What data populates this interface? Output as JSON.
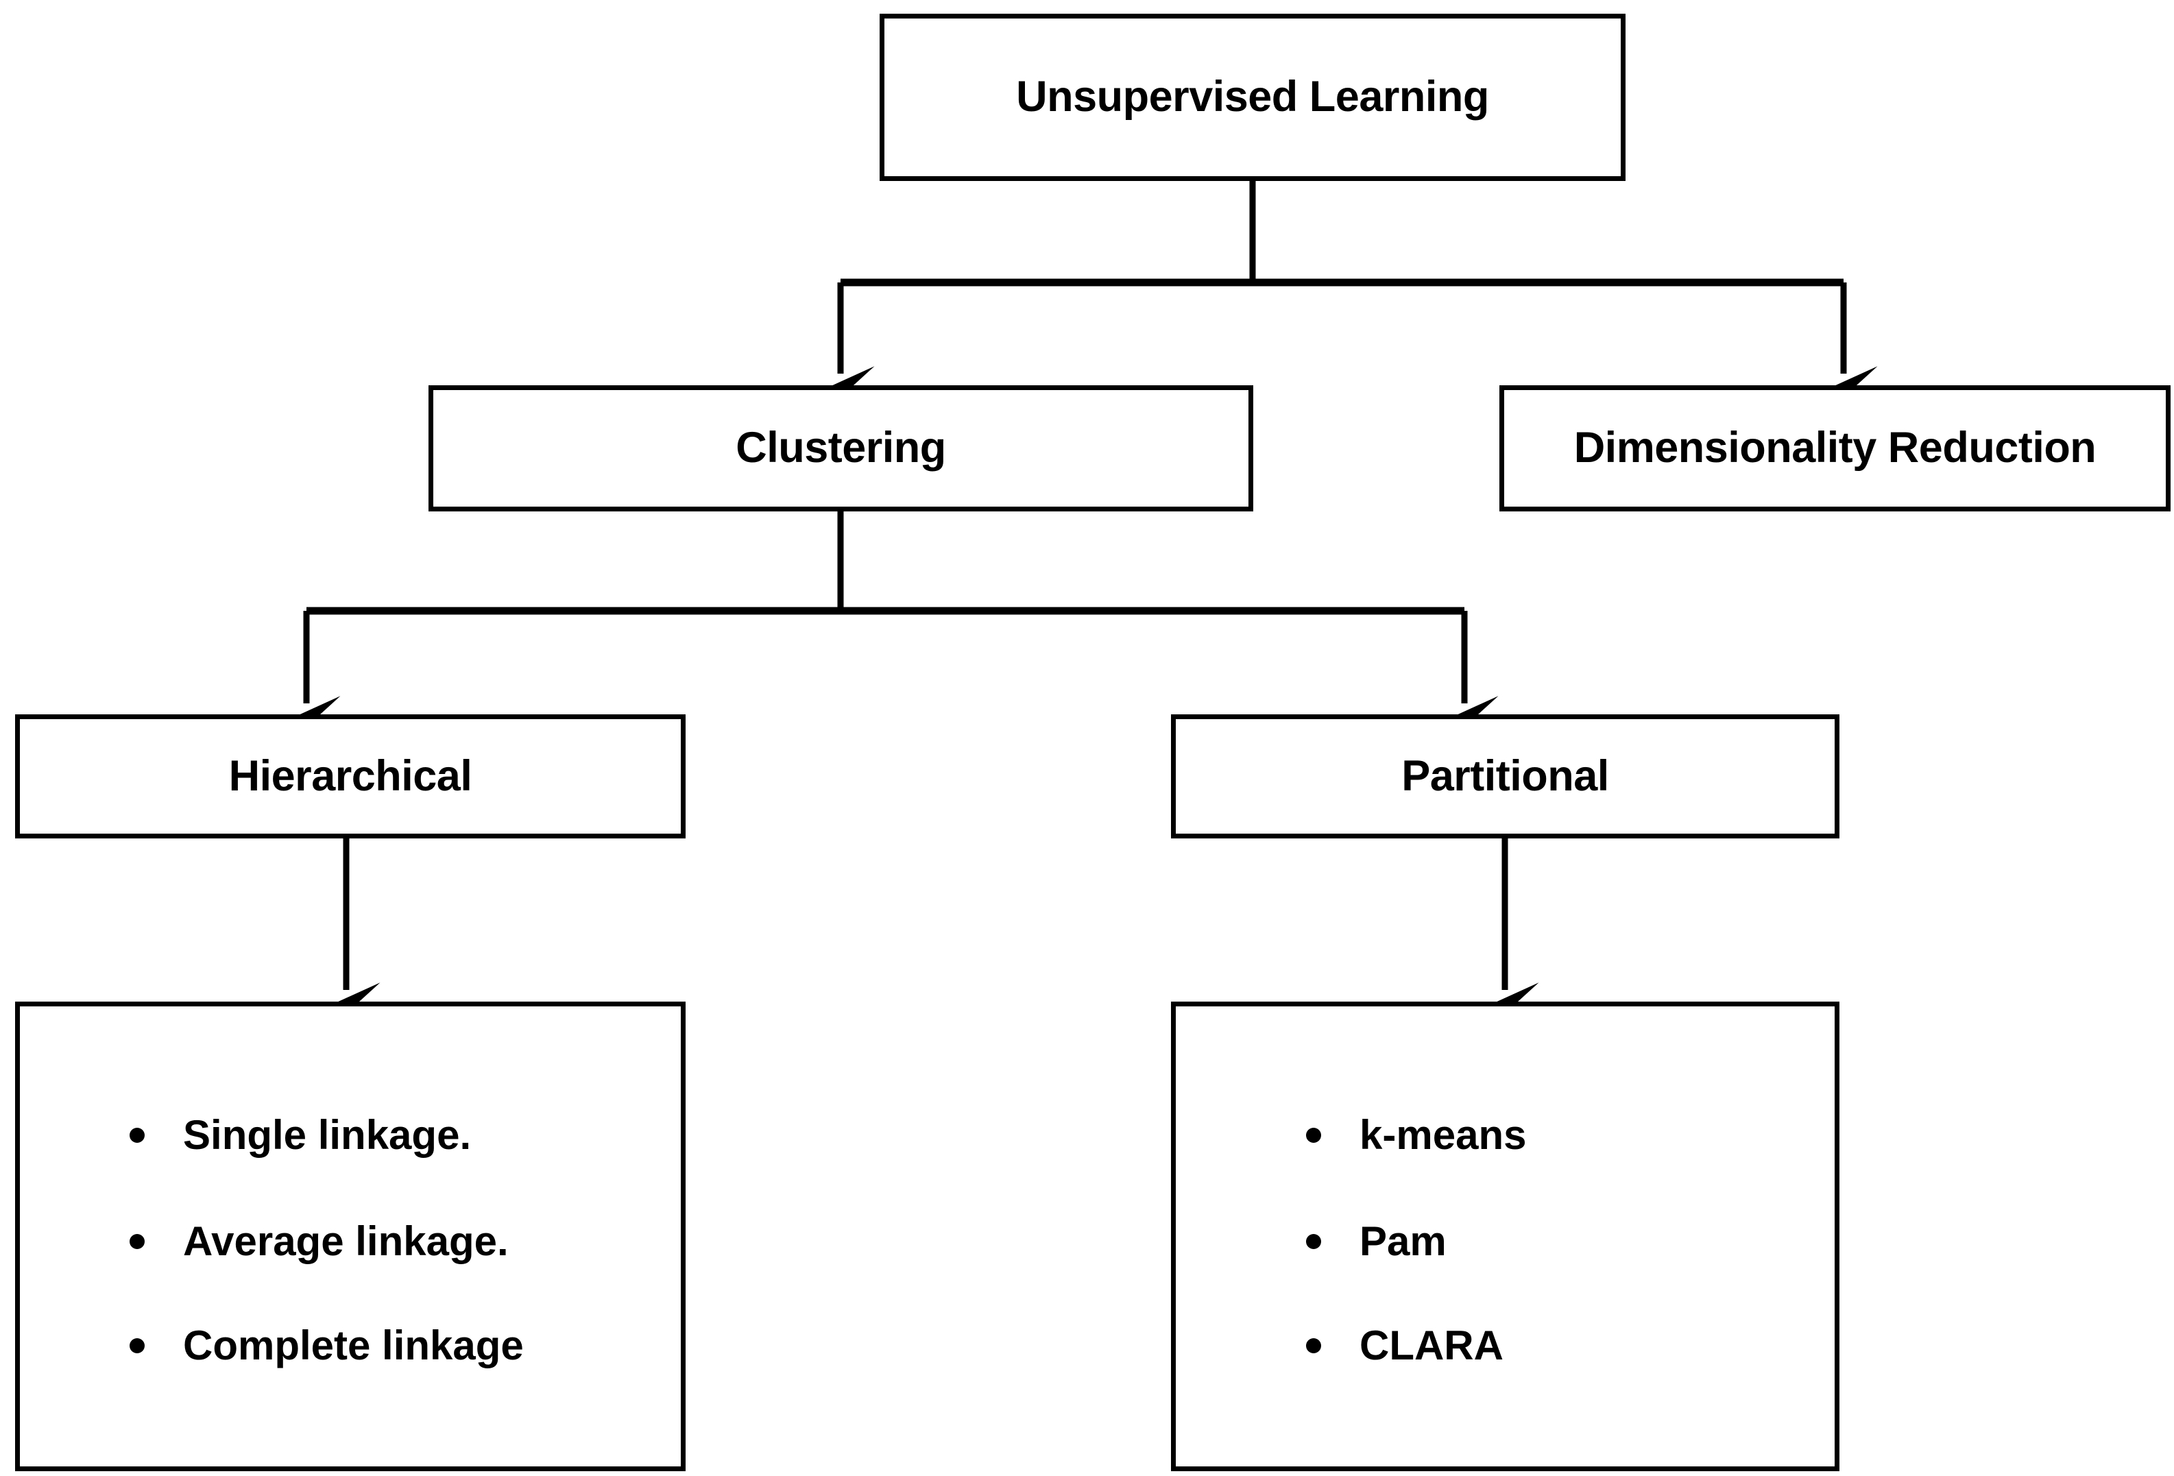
{
  "diagram": {
    "title_node": {
      "label": "Unsupervised Learning"
    },
    "level2": [
      {
        "label": "Clustering"
      },
      {
        "label": "Dimensionality Reduction"
      }
    ],
    "level3": [
      {
        "label": "Hierarchical"
      },
      {
        "label": "Partitional"
      }
    ],
    "level4": [
      {
        "name": "hierarchical-methods",
        "items": [
          "Single linkage.",
          "Average linkage.",
          "Complete linkage"
        ]
      },
      {
        "name": "partitional-methods",
        "items": [
          "k-means",
          "Pam",
          "CLARA"
        ]
      }
    ],
    "colors": {
      "stroke": "#000000",
      "fill": "#ffffff",
      "text": "#000000"
    }
  }
}
